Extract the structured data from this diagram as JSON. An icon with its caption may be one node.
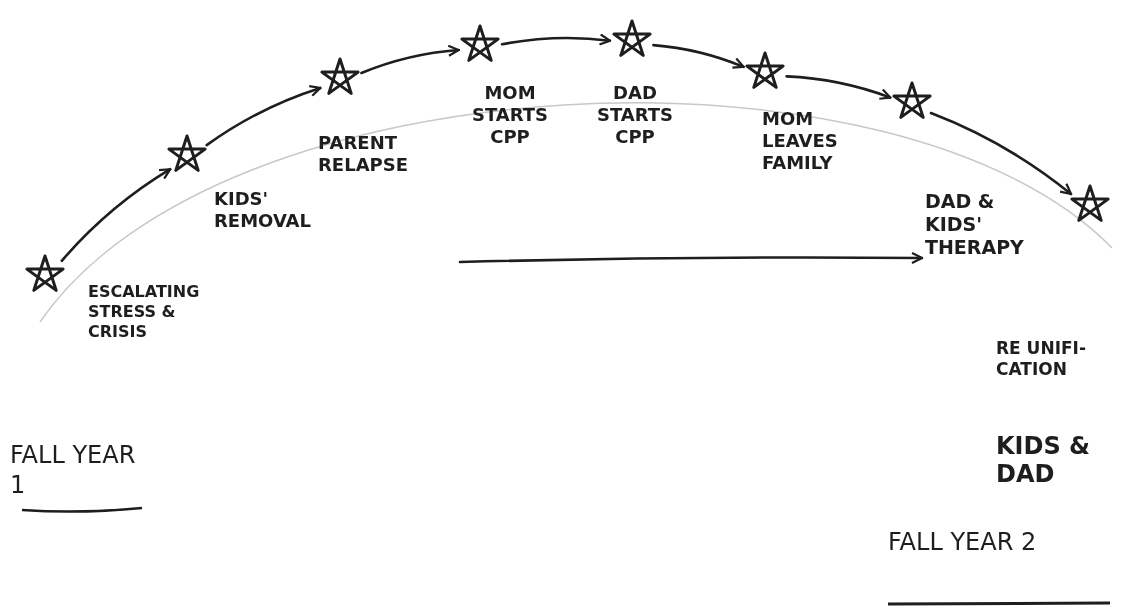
{
  "diagram": {
    "nodes": [
      {
        "text": [],
        "shape": "star",
        "beside": [
          "ESCALATING STRESS & CRISIS"
        ]
      },
      {
        "text": [],
        "shape": "star",
        "beside": [
          "KIDS' REMOVAL"
        ]
      },
      {
        "text": [],
        "shape": "star",
        "beside": [
          "PARENT RELAPSE"
        ]
      },
      {
        "text": [],
        "shape": "star",
        "beside": [
          "MOM STARTS CPP"
        ]
      },
      {
        "text": [],
        "shape": "star",
        "beside": [
          "DAD STARTS CPP"
        ]
      },
      {
        "text": [],
        "shape": "star",
        "beside": [
          "MOM LEAVES FAMILY"
        ]
      },
      {
        "text": [],
        "shape": "star"
      },
      {
        "text": [],
        "shape": "star",
        "beside": [
          "RE UNIFI- CATION",
          "KIDS & DAD"
        ]
      },
      {
        "text": [
          "DAD & KIDS' THERAPY"
        ]
      }
    ],
    "edges": [
      {
        "from": 0,
        "to": 1,
        "arrow": "to"
      },
      {
        "from": 1,
        "to": 2,
        "arrow": "to"
      },
      {
        "from": 2,
        "to": 3,
        "arrow": "to"
      },
      {
        "from": 3,
        "to": 4,
        "arrow": "to"
      },
      {
        "from": 4,
        "to": 5,
        "arrow": "to"
      },
      {
        "from": 5,
        "to": 6,
        "arrow": "to"
      },
      {
        "from": 6,
        "to": 7,
        "arrow": "to"
      },
      {
        "from": null,
        "to": 8,
        "arrow": "to"
      }
    ],
    "labels": [
      "FALL YEAR 1",
      "FALL YEAR 2"
    ]
  }
}
